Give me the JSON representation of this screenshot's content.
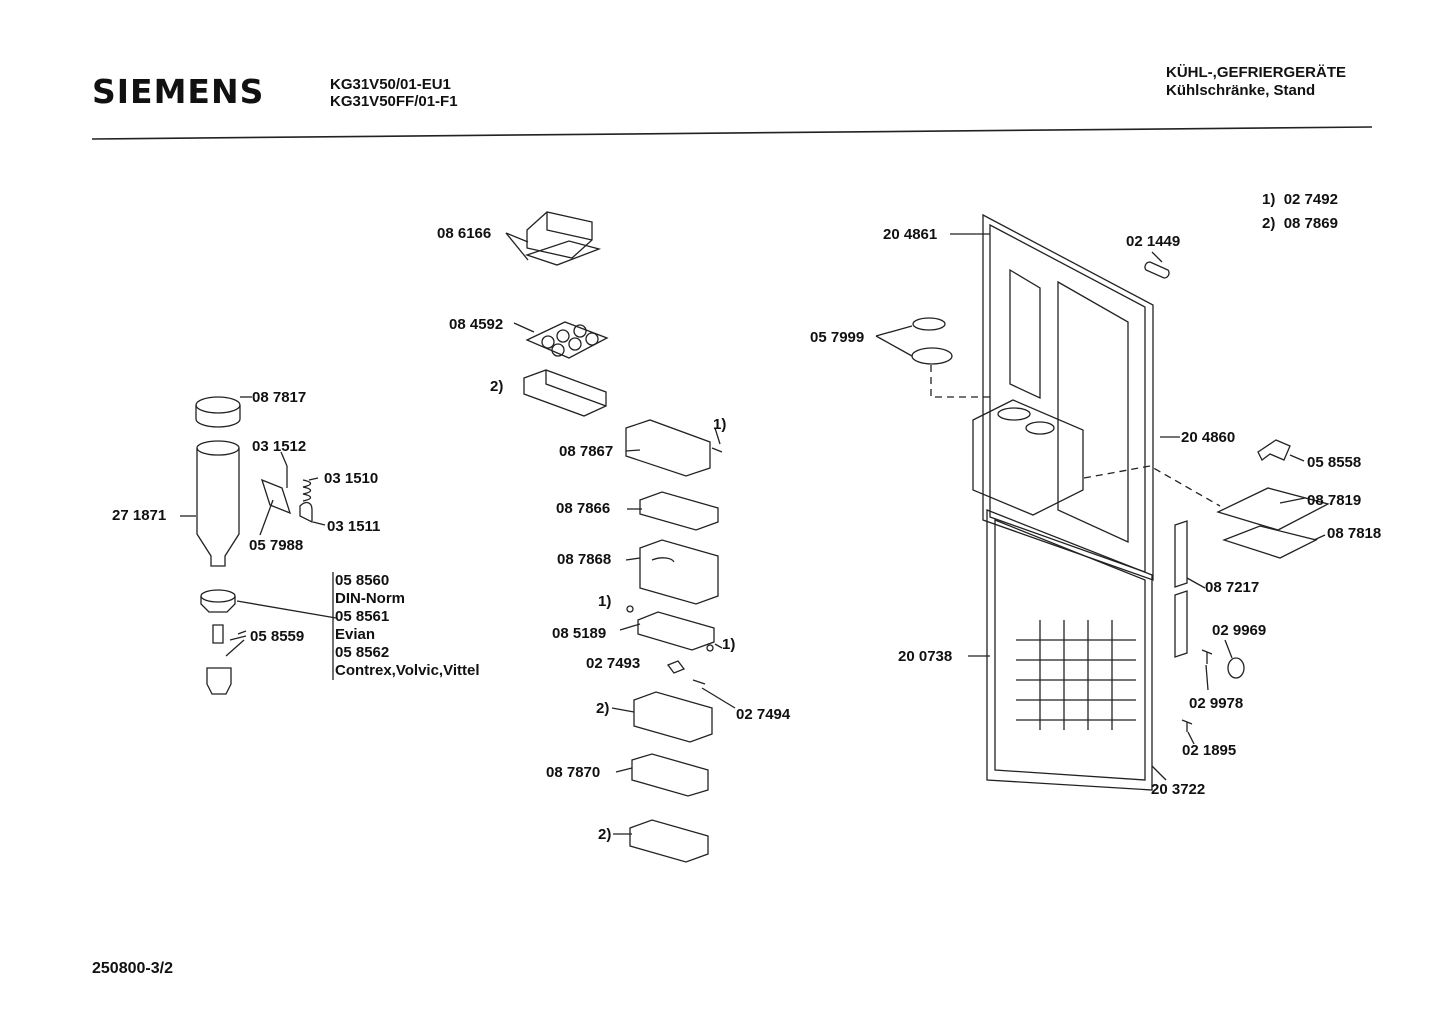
{
  "header": {
    "brand": "SIEMENS",
    "model_line1": "KG31V50/01-EU1",
    "model_line2": "KG31V50FF/01-F1",
    "category_line1": "KÜHL-,GEFRIERGERÄTE",
    "category_line2": "Kühlschränke, Stand"
  },
  "legend_notes": [
    {
      "key": "1)",
      "part": "02 7492"
    },
    {
      "key": "2)",
      "part": "08 7869"
    }
  ],
  "left_group": {
    "p1": "08 7817",
    "p2": "03 1512",
    "p3": "03 1510",
    "p4": "27 1871",
    "p5": "03 1511",
    "p6": "05 7988",
    "p7": "05 8559",
    "variants": [
      "05 8560",
      "DIN-Norm",
      "05 8561",
      "Evian",
      "05 8562",
      "Contrex,Volvic,Vittel"
    ]
  },
  "middle_group": {
    "p1": "08 6166",
    "p2": "08 4592",
    "n2a": "2)",
    "p3": "08 7867",
    "n1a": "1)",
    "p4": "08 7866",
    "p5": "08 7868",
    "n1b": "1)",
    "p6": "08 5189",
    "n1c": "1)",
    "p7": "02 7493",
    "n2b": "2)",
    "p8": "02 7494",
    "p9": "08 7870",
    "n2c": "2)"
  },
  "right_group": {
    "p1": "20 4861",
    "p2": "02 1449",
    "p3": "05 7999",
    "p4": "20 4860",
    "p5": "05 8558",
    "p6": "08 7819",
    "p7": "08 7818",
    "p8": "08 7217",
    "p9": "20 0738",
    "p10": "02 9969",
    "p11": "02 9978",
    "p12": "02 1895",
    "p13": "20 3722"
  },
  "footer": {
    "doc_number": "250800-3/2"
  }
}
